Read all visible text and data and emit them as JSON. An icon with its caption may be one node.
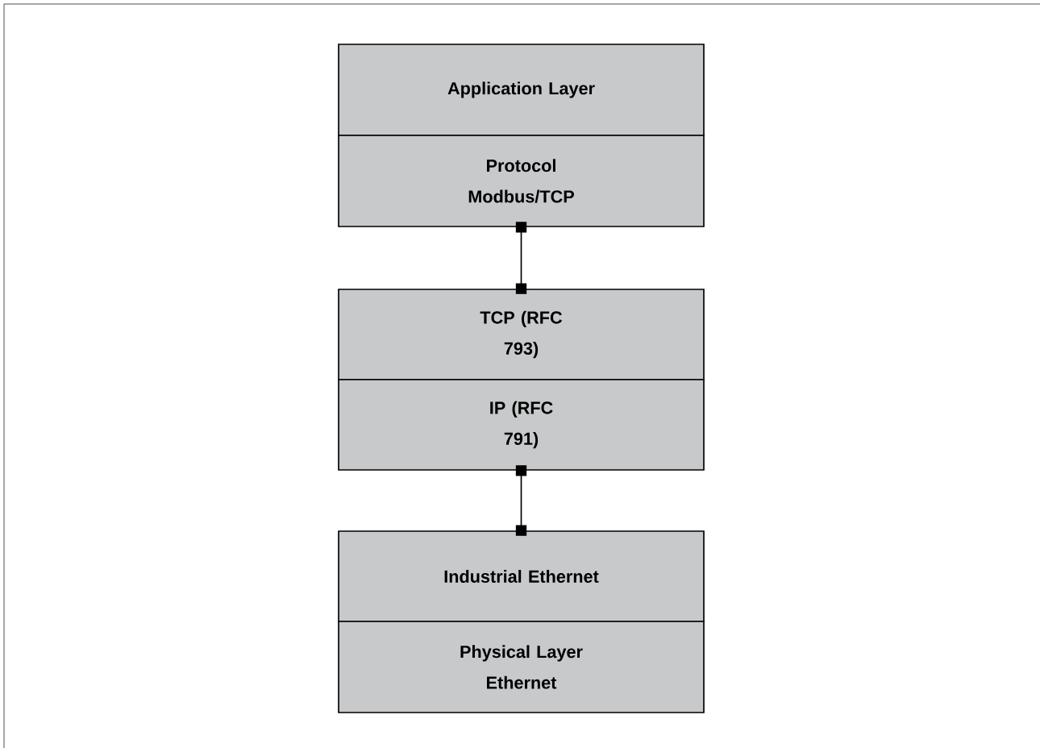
{
  "diagram": {
    "nodes": [
      {
        "text": [
          "Application Layer"
        ]
      },
      {
        "text": [
          "Protocol Modbus/TCP"
        ]
      },
      {
        "text": [
          "TCP (RFC 793)"
        ]
      },
      {
        "text": [
          "IP (RFC 791)"
        ]
      },
      {
        "text": [
          "Industrial Ethernet"
        ]
      },
      {
        "text": [
          "Physical Layer Ethernet"
        ]
      }
    ],
    "edges": [
      {
        "from": 1,
        "to": 2,
        "arrow": "other"
      },
      {
        "from": 3,
        "to": 4,
        "arrow": "other"
      }
    ]
  }
}
